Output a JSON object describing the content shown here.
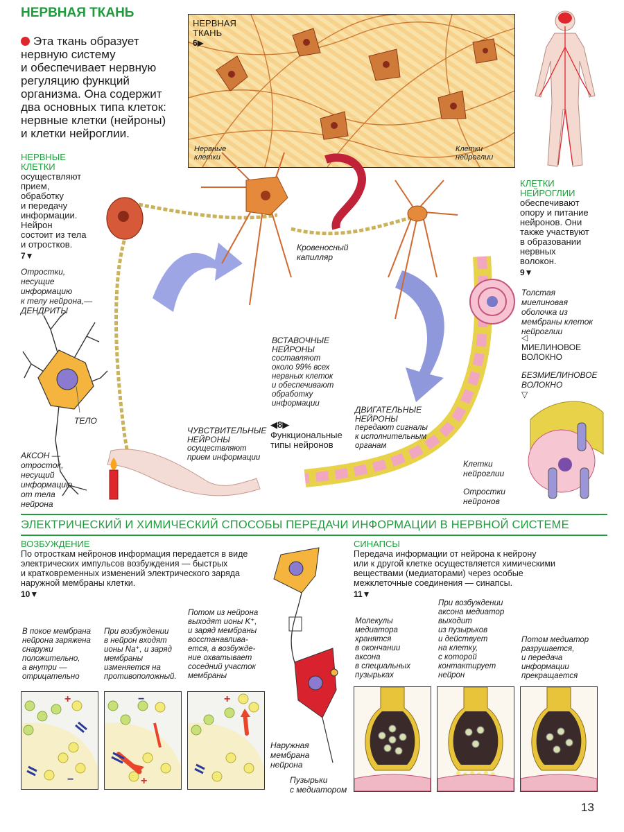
{
  "top": {
    "title": "НЕРВНАЯ ТКАНЬ",
    "intro": [
      "Эта ткань образует",
      "нервную систему",
      "и обеспечивает нервную",
      "регуляцию функций",
      "организма. Она содержит",
      "два основных типа клеток:",
      "нервные клетки (нейроны)",
      "и клетки нейроглии."
    ],
    "nerve_cells_heading": [
      "НЕРВНЫЕ",
      "КЛЕТКИ"
    ],
    "nerve_cells_text": [
      "осуществляют",
      "прием,",
      "обработку",
      "и передачу",
      "информации.",
      "Нейрон",
      "состоит из тела",
      "и отростков."
    ],
    "marker7": "7▼",
    "dendrites_label": [
      "Отростки,",
      "несущие",
      "информацию",
      "к телу нейрона,—",
      "ДЕНДРИТЫ"
    ],
    "body_label": "ТЕЛО",
    "axon_label": [
      "АКСОН —",
      "отросток,",
      "несущий",
      "информацию",
      "от тела",
      "нейрона"
    ]
  },
  "tissue_box": {
    "title": [
      "НЕРВНАЯ",
      "ТКАНЬ"
    ],
    "marker": "6▶",
    "nerve_cells": [
      "Нервные",
      "клетки"
    ],
    "glia_cells": [
      "Клетки",
      "нейроглии"
    ]
  },
  "glia": {
    "heading": [
      "КЛЕТКИ",
      "НЕЙРОГЛИИ"
    ],
    "text": [
      "обеспечивают",
      "опору и питание",
      "нейронов. Они",
      "также участвуют",
      "в образовании",
      "нервных",
      "волокон."
    ],
    "marker": "9▼",
    "thick_myelin": [
      "Толстая",
      "миелиновая",
      "оболочка из",
      "мембраны клеток",
      "нейроглии"
    ],
    "myelin_fiber": [
      "МИЕЛИНОВОЕ",
      "ВОЛОКНО"
    ],
    "myelin_marker": "◁",
    "unmyelin_fiber": [
      "БЕЗМИЕЛИНОВОЕ",
      "ВОЛОКНО"
    ],
    "unmyelin_marker": "▽",
    "glia_cells": [
      "Клетки",
      "нейроглии"
    ],
    "neuron_processes": [
      "Отростки",
      "нейронов"
    ]
  },
  "neurons": {
    "capillary": [
      "Кровеносный",
      "капилляр"
    ],
    "interneurons_title": [
      "ВСТАВОЧНЫЕ",
      "НЕЙРОНЫ"
    ],
    "interneurons_text": [
      "составляют",
      "около 99% всех",
      "нервных клеток",
      "и обеспечивают",
      "обработку",
      "информации"
    ],
    "sensory_title": [
      "ЧУВСТВИТЕЛЬНЫЕ",
      "НЕЙРОНЫ"
    ],
    "sensory_text": [
      "осуществляют",
      "прием информации"
    ],
    "motor_title": [
      "ДВИГАТЕЛЬНЫЕ",
      "НЕЙРОНЫ"
    ],
    "motor_text": [
      "передают сигналы",
      "к исполнительным",
      "органам"
    ],
    "marker8": "◀8▶",
    "functional_types": [
      "Функциональные",
      "типы нейронов"
    ]
  },
  "bottom": {
    "title": "ЭЛЕКТРИЧЕСКИЙ И ХИМИЧЕСКИЙ СПОСОБЫ ПЕРЕДАЧИ ИНФОРМАЦИИ В НЕРВНОЙ СИСТЕМЕ",
    "excitation_heading": "ВОЗБУЖДЕНИЕ",
    "excitation_text": [
      "По отросткам нейронов информация передается в виде",
      "электрических импульсов возбуждения — быстрых",
      "и кратковременных изменений электрического заряда",
      "наружной мембраны клетки."
    ],
    "marker10": "10▼",
    "synapse_heading": "СИНАПСЫ",
    "synapse_text": [
      "Передача информации от нейрона к нейрону",
      "или к другой клетке осуществляется химическими",
      "веществами (медиаторами) через особые",
      "межклеточные соединения — синапсы."
    ],
    "marker11": "11▼",
    "cap_rest": [
      "В покое мембрана",
      "нейрона заряжена",
      "снаружи",
      "положительно,",
      "а внутри —",
      "отрицательно"
    ],
    "cap_excite": [
      "При возбуждении",
      "в нейрон входят",
      "ионы Na⁺, и заряд",
      "мембраны",
      "изменяется на",
      "противоположный."
    ],
    "cap_after": [
      "Потом из нейрона",
      "выходят ионы K⁺,",
      "и заряд мембраны",
      "восстанавлива-",
      "ется, а возбужде-",
      "ние охватывает",
      "соседний участок",
      "мембраны"
    ],
    "outer_membrane": [
      "Наружная",
      "мембрана",
      "нейрона"
    ],
    "cap_stored": [
      "Молекулы",
      "медиатора",
      "хранятся",
      "в окончании",
      "аксона",
      "в специальных",
      "пузырьках"
    ],
    "cap_released": [
      "При возбуждении",
      "аксона медиатор",
      "выходит",
      "из пузырьков",
      "и действует",
      "на клетку,",
      "с которой",
      "контактирует",
      "нейрон"
    ],
    "cap_destroyed": [
      "Потом медиатор",
      "разрушается,",
      "и передача",
      "информации",
      "прекращается"
    ],
    "vesicles": [
      "Пузырьки",
      "с медиатором"
    ],
    "plus": "+",
    "minus": "−"
  },
  "page_number": "13",
  "colors": {
    "accent_green": "#1f9a3c",
    "neuron_orange": "#f3a83a",
    "glia_pink": "#f2a7c0",
    "arrow_blue": "#7d86d6",
    "bullet_red": "#e0262d"
  }
}
